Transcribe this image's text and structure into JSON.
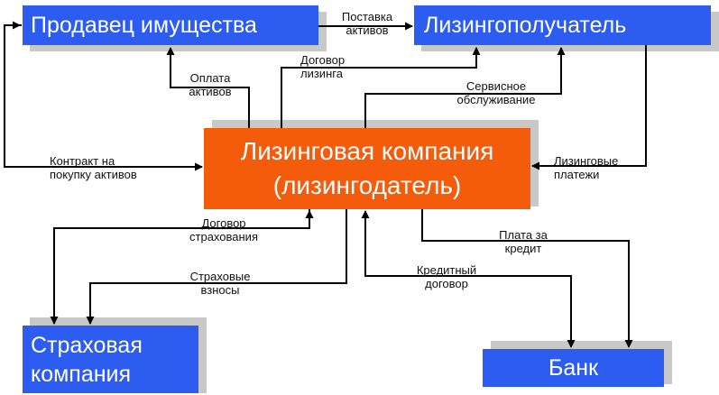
{
  "colors": {
    "entity_box": "#2d5cf0",
    "center_box": "#f45c0c",
    "shadow": "#c8c8c8",
    "arrow": "#000000"
  },
  "entities": {
    "seller": "Продавец имущества",
    "lessee": "Лизингополучатель",
    "lessor_line1": "Лизинговая компания",
    "lessor_line2": "(лизингодатель)",
    "insurer_line1": "Страховая",
    "insurer_line2": "компания",
    "bank": "Банк"
  },
  "flows": {
    "delivery_l1": "Поставка",
    "delivery_l2": "активов",
    "asset_payment_l1": "Оплата",
    "asset_payment_l2": "активов",
    "lease_contract_l1": "Договор",
    "lease_contract_l2": "лизинга",
    "service_l1": "Сервисное",
    "service_l2": "обслуживание",
    "purchase_contract_l1": "Контракт на",
    "purchase_contract_l2": "покупку активов",
    "lease_payments_l1": "Лизинговые",
    "lease_payments_l2": "платежи",
    "insurance_contract_l1": "Договор",
    "insurance_contract_l2": "страхования",
    "insurance_premiums_l1": "Страховые",
    "insurance_premiums_l2": "взносы",
    "credit_contract_l1": "Кредитный",
    "credit_contract_l2": "договор",
    "credit_payment_l1": "Плата за",
    "credit_payment_l2": "кредит"
  }
}
